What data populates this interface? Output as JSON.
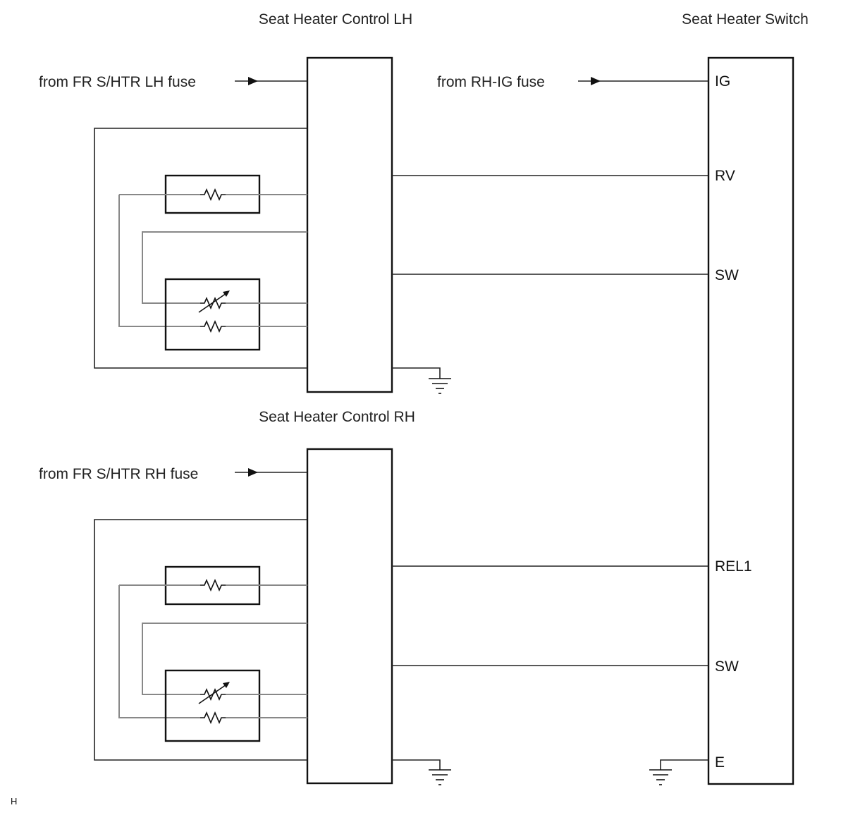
{
  "titles": {
    "control_lh": "Seat Heater Control LH",
    "control_rh": "Seat Heater Control RH",
    "switch": "Seat Heater Switch"
  },
  "sources": {
    "lh_fuse": "from FR S/HTR LH  fuse",
    "rh_fuse": "from FR S/HTR RH  fuse",
    "ig_fuse": "from RH-IG fuse"
  },
  "switch_pins": {
    "ig": "IG",
    "rv": "RV",
    "sw_upper": "SW",
    "rel1": "REL1",
    "sw_lower": "SW",
    "e": "E"
  },
  "corner_mark": "H",
  "colors": {
    "line": "#111111",
    "wire_gray": "#888888",
    "background": "#ffffff"
  },
  "icons": [
    "arrow-icon",
    "resistor-icon",
    "thermistor-icon",
    "ground-icon"
  ]
}
